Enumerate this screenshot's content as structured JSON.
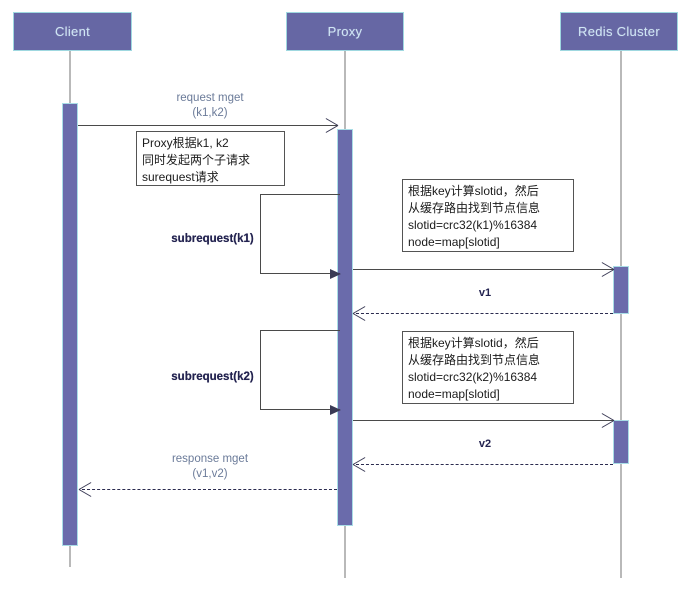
{
  "diagram": {
    "title": "Redis Cluster proxy mget sequence diagram",
    "colors": {
      "actor_fill": "#6667a4",
      "actor_border": "#9fd8e0",
      "actor_text": "#cfe6f5",
      "activation_fill": "#6a6bab",
      "lifeline": "#b9b9b9",
      "message_label": "#6b7b99",
      "message_label_strong": "#232350",
      "note_border": "#545454",
      "note_text": "#1b1b1b"
    },
    "actors": [
      {
        "id": "client",
        "label": "Client"
      },
      {
        "id": "proxy",
        "label": "Proxy"
      },
      {
        "id": "redis",
        "label": "Redis Cluster"
      }
    ],
    "messages": [
      {
        "id": "request-mget",
        "from": "client",
        "to": "proxy",
        "kind": "call",
        "line1": "request mget",
        "line2": "(k1,k2)"
      },
      {
        "id": "subrequest-k1",
        "from": "proxy",
        "to": "proxy",
        "kind": "self",
        "line1": "subrequest(k1)"
      },
      {
        "id": "forward-k1",
        "from": "proxy",
        "to": "redis",
        "kind": "call",
        "line1": ""
      },
      {
        "id": "return-v1",
        "from": "redis",
        "to": "proxy",
        "kind": "return",
        "line1": "v1"
      },
      {
        "id": "subrequest-k2",
        "from": "proxy",
        "to": "proxy",
        "kind": "self",
        "line1": "subrequest(k2)"
      },
      {
        "id": "forward-k2",
        "from": "proxy",
        "to": "redis",
        "kind": "call",
        "line1": ""
      },
      {
        "id": "return-v2",
        "from": "redis",
        "to": "proxy",
        "kind": "return",
        "line1": "v2"
      },
      {
        "id": "response-mget",
        "from": "proxy",
        "to": "client",
        "kind": "return",
        "line1": "response mget",
        "line2": "(v1,v2)"
      }
    ],
    "notes": [
      {
        "id": "note-proxy-split",
        "text": "Proxy根据k1, k2\n同时发起两个子请求\nsurequest请求"
      },
      {
        "id": "note-slot-k1",
        "text": "根据key计算slotid，然后\n从缓存路由找到节点信息\nslotid=crc32(k1)%16384\nnode=map[slotid]"
      },
      {
        "id": "note-slot-k2",
        "text": "根据key计算slotid，然后\n从缓存路由找到节点信息\nslotid=crc32(k2)%16384\nnode=map[slotid]"
      }
    ]
  }
}
